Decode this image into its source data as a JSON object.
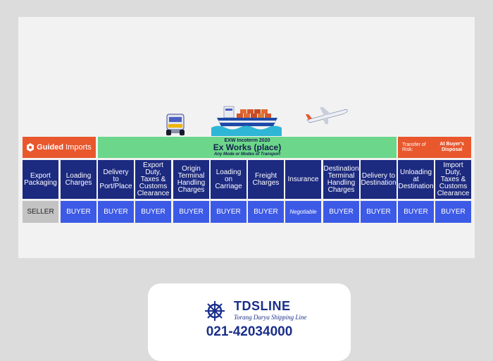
{
  "header": {
    "logo_bold": "Guided",
    "logo_light": "Imports",
    "term_top": "EXW Incoterm 2020",
    "term_title": "Ex Works (place)",
    "term_sub": "Any Mode or Modes of Transport",
    "risk_label": "Transfer of Risk:",
    "risk_value": "At Buyer's Disposal"
  },
  "columns": [
    {
      "label": "Export Packaging",
      "value": "SELLER"
    },
    {
      "label": "Loading Charges",
      "value": "BUYER"
    },
    {
      "label": "Delivery to Port/Place",
      "value": "BUYER"
    },
    {
      "label": "Export Duty, Taxes & Customs Clearance",
      "value": "BUYER"
    },
    {
      "label": "Origin Terminal Handling Charges",
      "value": "BUYER"
    },
    {
      "label": "Loading on Carriage",
      "value": "BUYER"
    },
    {
      "label": "Freight Charges",
      "value": "BUYER"
    },
    {
      "label": "Insurance",
      "value": "Negotiable"
    },
    {
      "label": "Destination Terminal Handling Charges",
      "value": "BUYER"
    },
    {
      "label": "Delivery to Destination",
      "value": "BUYER"
    },
    {
      "label": "Unloading at Destination",
      "value": "BUYER"
    },
    {
      "label": "Import Duty, Taxes & Customs Clearance",
      "value": "BUYER"
    }
  ],
  "footer": {
    "brand": "TDSLINE",
    "tagline": "Torang Darya Shipping Line",
    "phone": "021-42034000"
  },
  "colors": {
    "orange": "#e9572d",
    "green": "#6cd68a",
    "navy": "#1c2a80",
    "blue": "#3d5ae6",
    "grey": "#c3c3c3"
  }
}
